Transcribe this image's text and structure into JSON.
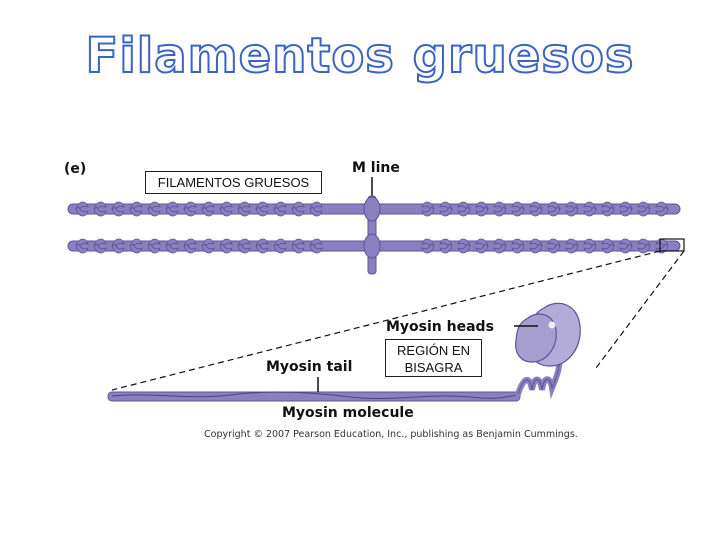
{
  "title": "Filamentos gruesos",
  "figure": {
    "panel_letter": "(e)",
    "m_line_label": "M line",
    "myosin_heads_label": "Myosin heads",
    "myosin_tail_label": "Myosin tail",
    "myosin_molecule_label": "Myosin molecule",
    "copyright": "Copyright © 2007 Pearson Education, Inc., publishing as Benjamin Cummings."
  },
  "annotations": {
    "thick_filaments": "FILAMENTOS GRUESOS",
    "hinge_region_line1": "REGIÓN EN",
    "hinge_region_line2": "BISAGRA"
  },
  "colors": {
    "title_outline": "#3b63c4",
    "filament_fill": "#8a80c0",
    "filament_dark": "#5d5296",
    "head_fill": "#b3acd8"
  }
}
